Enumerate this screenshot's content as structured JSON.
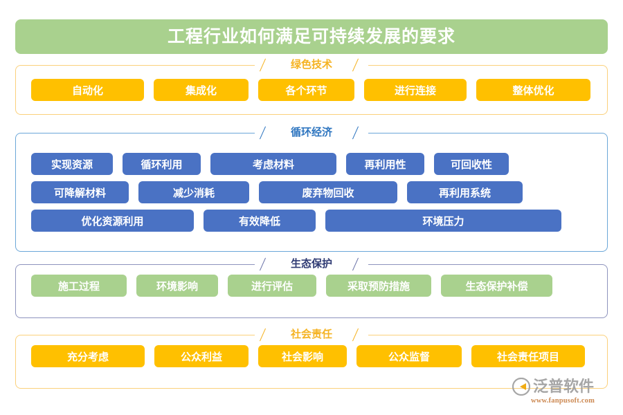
{
  "page": {
    "title": "工程行业如何满足可持续发展的要求",
    "background": "#ffffff"
  },
  "colors": {
    "title_banner": "#a9d18e",
    "orange_tag": "#ffc000",
    "blue_tag": "#4a72c4",
    "green_tag": "#a9d18e",
    "orange_header": "#f5b323",
    "blue_header": "#2f76c0",
    "navy_header": "#2e3a73"
  },
  "sections": [
    {
      "id": "green-tech",
      "header": "绿色技术",
      "tag_color": "orange",
      "rows": [
        [
          "自动化",
          "集成化",
          "各个环节",
          "进行连接",
          "整体优化"
        ]
      ]
    },
    {
      "id": "circular-economy",
      "header": "循环经济",
      "tag_color": "blue",
      "rows": [
        [
          "实现资源",
          "循环利用",
          "考虑材料",
          "再利用性",
          "可回收性"
        ],
        [
          "可降解材料",
          "减少消耗",
          "废弃物回收",
          "再利用系统"
        ],
        [
          "优化资源利用",
          "有效降低",
          "环境压力"
        ]
      ]
    },
    {
      "id": "ecology-protection",
      "header": "生态保护",
      "tag_color": "green",
      "rows": [
        [
          "施工过程",
          "环境影响",
          "进行评估",
          "采取预防措施",
          "生态保护补偿"
        ]
      ]
    },
    {
      "id": "social-responsibility",
      "header": "社会责任",
      "tag_color": "orange",
      "rows": [
        [
          "充分考虑",
          "公众利益",
          "社会影响",
          "公众监督",
          "社会责任项目"
        ]
      ]
    }
  ],
  "watermark": {
    "brand": "泛普软件",
    "url": "www.fanpusoft.com"
  }
}
